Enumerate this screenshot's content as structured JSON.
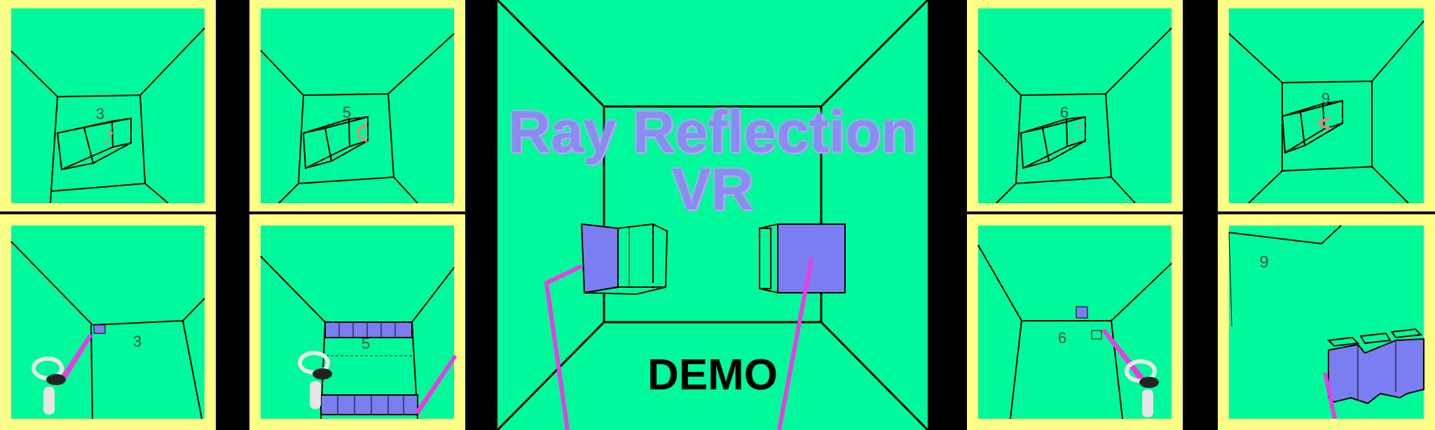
{
  "title": {
    "line1": "Ray Reflection",
    "line2": "VR"
  },
  "demo_label": "DEMO",
  "panels": {
    "p1_top": {
      "number": "3"
    },
    "p1_bottom": {
      "number": "3"
    },
    "p2_top": {
      "number": "5"
    },
    "p2_bottom": {
      "number": "5"
    },
    "p3_top": {
      "number": "6"
    },
    "p3_bottom": {
      "number": "6"
    },
    "p4_top": {
      "number": "9"
    },
    "p4_bottom": {
      "number": "9"
    }
  },
  "colors": {
    "background": "#000000",
    "frame": "#ffff88",
    "room": "#00f99a",
    "cube": "#7b7ef0",
    "ray": "#e83ee0",
    "title": "#8a8cf0",
    "edge": "#000000"
  }
}
